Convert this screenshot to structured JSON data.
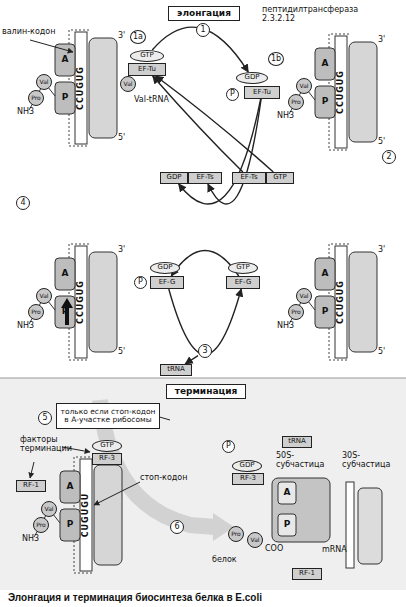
{
  "diagram": {
    "caption": "Элонгация и терминация биосинтеза белка в E.coli",
    "nodes": [
      {
        "text": [
          "элонгация"
        ]
      },
      {
        "text": [
          "1"
        ]
      },
      {
        "text": [
          "1a"
        ]
      },
      {
        "text": [
          "1b"
        ]
      },
      {
        "text": [
          "GTP"
        ]
      },
      {
        "text": [
          "EF-Tu"
        ]
      },
      {
        "text": [
          "GDP"
        ]
      },
      {
        "text": [
          "EF-Tu"
        ]
      },
      {
        "text": [
          "P"
        ]
      },
      {
        "text": [
          "2"
        ]
      },
      {
        "text": [
          "GDP"
        ]
      },
      {
        "text": [
          "EF-Ts"
        ]
      },
      {
        "text": [
          "EF-Ts"
        ]
      },
      {
        "text": [
          "GTP"
        ]
      },
      {
        "text": [
          "4"
        ]
      },
      {
        "text": [
          "GDP"
        ]
      },
      {
        "text": [
          "P"
        ]
      },
      {
        "text": [
          "EF-G"
        ]
      },
      {
        "text": [
          "GTP"
        ]
      },
      {
        "text": [
          "EF-G"
        ]
      },
      {
        "text": [
          "3"
        ]
      },
      {
        "text": [
          "tRNA"
        ]
      },
      {
        "text": [
          "терминация"
        ]
      },
      {
        "text": [
          "5"
        ]
      },
      {
        "text": [
          "только если стоп-кодон в А-участке рибосомы"
        ]
      },
      {
        "text": [
          "GTP"
        ]
      },
      {
        "text": [
          "RF-3"
        ]
      },
      {
        "text": [
          "RF-1"
        ]
      },
      {
        "text": [
          "6"
        ]
      },
      {
        "text": [
          "P"
        ]
      },
      {
        "text": [
          "GDP"
        ]
      },
      {
        "text": [
          "RF-3"
        ]
      },
      {
        "text": [
          "tRNA"
        ]
      },
      {
        "text": [
          "RF-1"
        ]
      }
    ],
    "edges": [
      {
        "from": 4,
        "to": 6,
        "arrow": "to"
      },
      {
        "from": 7,
        "to": 10,
        "arrow": "to"
      },
      {
        "from": 7,
        "to": 11,
        "arrow": "to"
      },
      {
        "from": 12,
        "to": 5,
        "arrow": "to"
      },
      {
        "from": 13,
        "to": 5,
        "arrow": "to"
      },
      {
        "from": 19,
        "to": 17,
        "arrow": "to"
      },
      {
        "from": 17,
        "to": 19,
        "arrow": "to"
      },
      {
        "from": 20,
        "to": 21,
        "arrow": "to"
      }
    ],
    "labels": [
      "пептидилтрансфераза 2.3.2.12",
      "валин-кодон",
      "A",
      "P",
      "CCUGUG",
      "3'",
      "5'",
      "Val",
      "Pro",
      "NH3",
      "Val",
      "Val-tRNA",
      "A",
      "P",
      "CCUGUG",
      "3'",
      "5'",
      "Val",
      "Pro",
      "NH3",
      "A",
      "P",
      "CCUGUG",
      "3'",
      "5'",
      "Val",
      "Pro",
      "NH3",
      "A",
      "P",
      "CCUGUG",
      "3'",
      "5'",
      "Val",
      "Pro",
      "NH3",
      "факторы терминации",
      "A",
      "P",
      "CUGUGU",
      "Val",
      "Pro",
      "NH3",
      "стоп-кодон",
      "50S-субчастица",
      "A",
      "P",
      "30S-субчастица",
      "mRNA",
      "белок",
      "Pro",
      "Val",
      "COO"
    ]
  }
}
